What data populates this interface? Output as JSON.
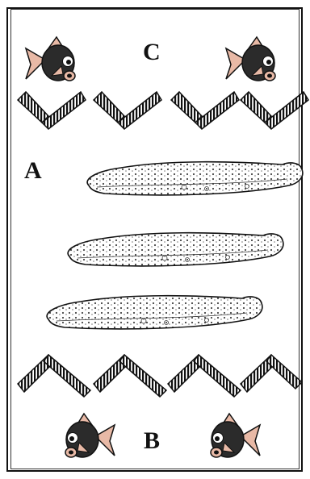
{
  "labels": {
    "top": "C",
    "left": "A",
    "bottom": "B"
  },
  "colors": {
    "line": "#111111",
    "fish_body": "#2b2b2b",
    "fish_fin": "#e8b9a6",
    "paper": "#ffffff"
  }
}
